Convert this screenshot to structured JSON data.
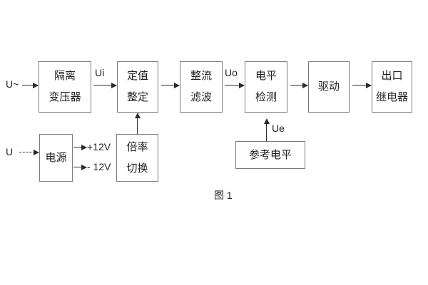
{
  "figure": {
    "caption": "图 1",
    "title_note": "",
    "colors": {
      "box_border": "#7b7b7b",
      "arrow": "#2b2b2b",
      "text": "#231f20",
      "background": "#ffffff"
    }
  },
  "blocks": [
    {
      "id": "isolation-transformer",
      "line1": "隔离",
      "line2": "变压器"
    },
    {
      "id": "setting-value",
      "line1": "定值",
      "line2": "整定"
    },
    {
      "id": "rectify-filter",
      "line1": "整流",
      "line2": "滤波"
    },
    {
      "id": "level-detection",
      "line1": "电平",
      "line2": "检测"
    },
    {
      "id": "drive",
      "line1": "驱动",
      "line2": ""
    },
    {
      "id": "output-relay",
      "line1": "出口",
      "line2": "继电器"
    },
    {
      "id": "power-supply",
      "line1": "电源",
      "line2": ""
    },
    {
      "id": "multiplier-switch",
      "line1": "倍率",
      "line2": "切换"
    },
    {
      "id": "reference-level",
      "line1": "参考电平",
      "line2": ""
    }
  ],
  "signals": {
    "input_ac": "U~",
    "input_dc": "U",
    "ui": "Ui",
    "uo": "Uo",
    "ue": "Ue",
    "rail_positive": "+12V",
    "rail_negative": "- 12V"
  }
}
